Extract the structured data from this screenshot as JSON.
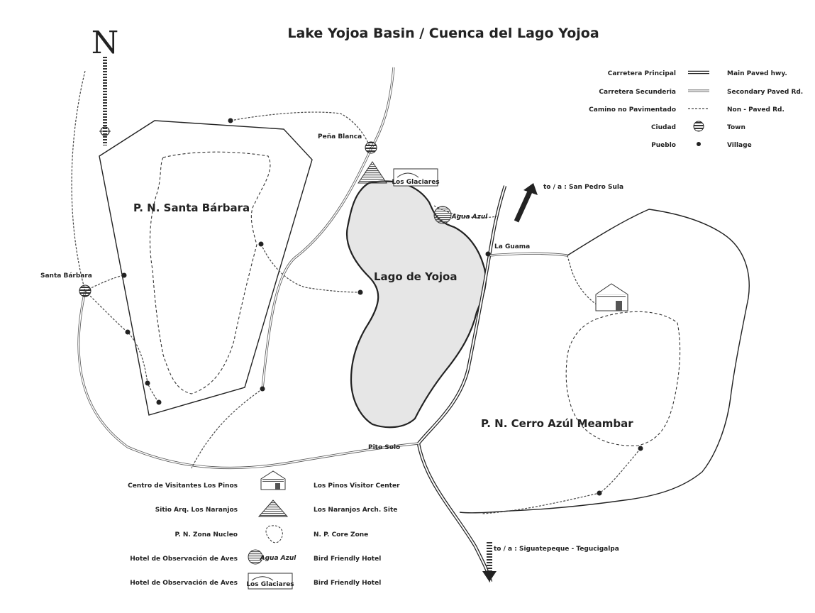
{
  "title": "Lake Yojoa Basin / Cuenca del Lago Yojoa",
  "north_label": "N",
  "areas": {
    "santa_barbara_park": "P. N. Santa Bárbara",
    "lake": "Lago de Yojoa",
    "cerro_azul_park": "P. N. Cerro Azúl Meambar"
  },
  "places": {
    "pena_blanca": "Peña Blanca",
    "santa_barbara": "Santa Bárbara",
    "la_guama": "La Guama",
    "pito_solo": "Pito Solo",
    "to_san_pedro_sula": "to / a : San Pedro Sula",
    "to_siguatepeque": "to / a : Siguatepeque - Tegucigalpa"
  },
  "hotel_logos": {
    "agua_azul": "Agua Azul",
    "los_glaciares": "Los Glaciares"
  },
  "legend_roads": [
    {
      "es": "Carretera Principal",
      "en": "Main Paved hwy."
    },
    {
      "es": "Carretera Secunderia",
      "en": "Secondary Paved Rd."
    },
    {
      "es": "Camino no Pavimentado",
      "en": "Non - Paved Rd."
    },
    {
      "es": "Ciudad",
      "en": "Town"
    },
    {
      "es": "Pueblo",
      "en": "Village"
    }
  ],
  "legend_sites": [
    {
      "es": "Centro de Visitantes Los Pinos",
      "en": "Los Pinos Visitor Center"
    },
    {
      "es": "Sitio Arq. Los Naranjos",
      "en": "Los Naranjos Arch. Site"
    },
    {
      "es": "P. N. Zona Nucleo",
      "en": "N. P. Core Zone"
    },
    {
      "es": "Hotel de Observación de Aves",
      "en": "Bird Friendly Hotel"
    },
    {
      "es": "Hotel de Observación de Aves",
      "en": "Bird Friendly Hotel"
    }
  ],
  "colors": {
    "ink": "#222222",
    "lake_fill": "#e6e6e6",
    "background": "#ffffff"
  }
}
